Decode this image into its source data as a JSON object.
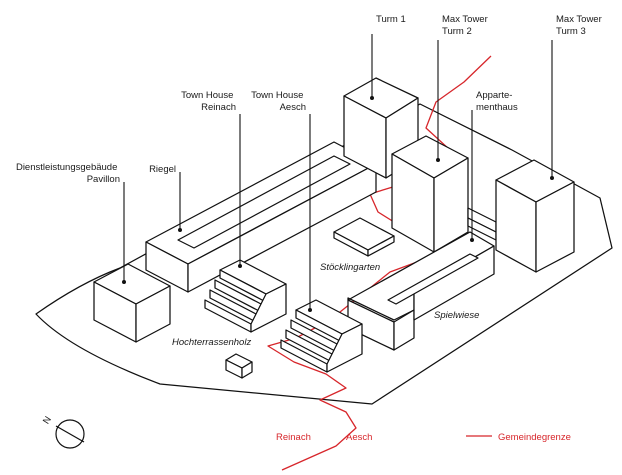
{
  "labels": {
    "turm1": "Turm 1",
    "max_tower_2": [
      "Max Tower",
      "Turm 2"
    ],
    "max_tower_3": [
      "Max Tower",
      "Turm 3"
    ],
    "appartementhaus": [
      "Apparte-",
      "menthaus"
    ],
    "townhouse_reinach": [
      "Town House",
      "Reinach"
    ],
    "townhouse_aesch": [
      "Town House",
      "Aesch"
    ],
    "dienstleistung": [
      "Dienstleistungsgebäude",
      "Pavillon"
    ],
    "riegel": "Riegel"
  },
  "places": {
    "stoecklingarten": "Stöcklingarten",
    "spielwiese": "Spielwiese",
    "hochterrassenholz": "Hochterrassenholz"
  },
  "municipalities": {
    "reinach": "Reinach",
    "aesch": "Aesch"
  },
  "legend": {
    "boundary": "Gemeindegrenze"
  },
  "compass": {
    "letter": "N"
  },
  "colors": {
    "boundary_line": "#d7262b",
    "ink": "#111111"
  }
}
